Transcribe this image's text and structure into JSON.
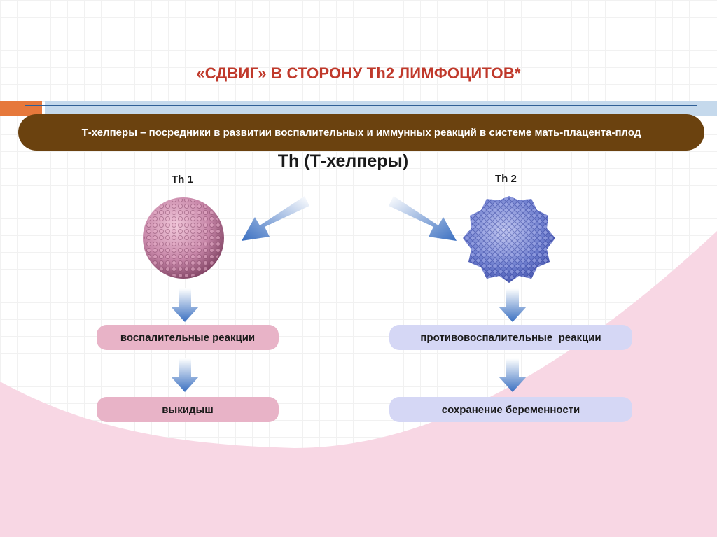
{
  "title": "«СДВИГ» В СТОРОНУ Th2 ЛИМФОЦИТОВ*",
  "banner": "Т-хелперы – посредники в развитии воспалительных и иммунных реакций в системе мать-плацента-плод",
  "heading": "Th (Т-хелперы)",
  "th1": {
    "label": "Th 1",
    "box1": "воспалительные реакции",
    "box2": "выкидыш"
  },
  "th2": {
    "label": "Th 2",
    "box1": "противовоспалительные  реакции",
    "box2": "сохранение беременности"
  },
  "colors": {
    "title": "#c0392b",
    "banner": "#6b420f",
    "pink_box": "#e8b3c7",
    "blue_box": "#d5d7f5",
    "accent_orange": "#e6783b",
    "accent_blue": "#2f5f96",
    "arrow": "#3a6fc1"
  }
}
